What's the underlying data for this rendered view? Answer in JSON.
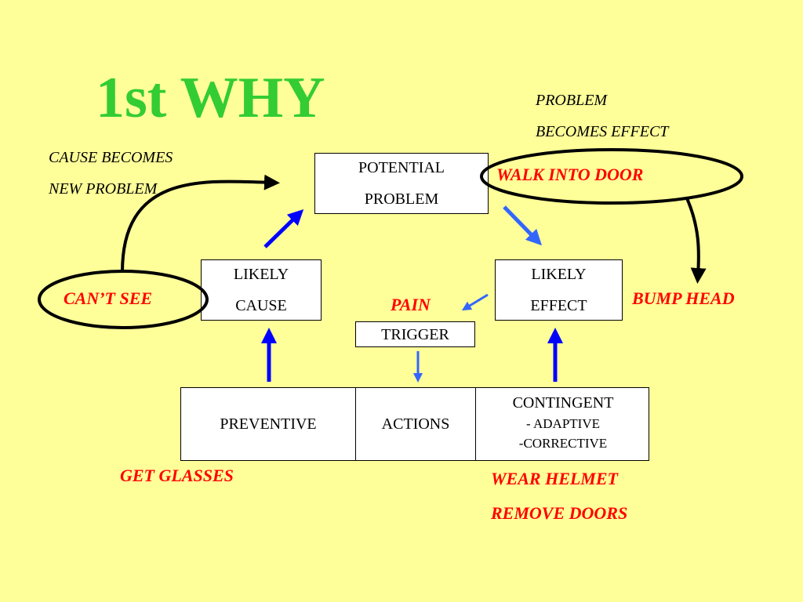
{
  "title": "1st WHY",
  "notes": {
    "problem_line1": "PROBLEM",
    "problem_line2": "BECOMES EFFECT",
    "cause_line1": "CAUSE BECOMES",
    "cause_line2": "NEW PROBLEM"
  },
  "boxes": {
    "potential_problem": [
      "POTENTIAL",
      "PROBLEM"
    ],
    "likely_cause": [
      "LIKELY",
      "CAUSE"
    ],
    "likely_effect": [
      "LIKELY",
      "EFFECT"
    ],
    "trigger": "TRIGGER"
  },
  "actions_table": {
    "preventive": "PREVENTIVE",
    "actions": "ACTIONS",
    "contingent": "CONTINGENT",
    "adaptive": "- ADAPTIVE",
    "corrective": "-CORRECTIVE"
  },
  "example": {
    "walk_into_door": "WALK INTO DOOR",
    "cant_see": "CAN’T SEE",
    "pain": "PAIN",
    "bump_head": "BUMP HEAD",
    "get_glasses": "GET GLASSES",
    "wear_helmet": "WEAR HELMET",
    "remove_doors": "REMOVE DOORS"
  },
  "colors": {
    "background": "#FFFF99",
    "title": "#33CC33",
    "example_text": "#FF0000",
    "arrow_blue": "#0000FF",
    "arrow_light_blue": "#3366FF"
  }
}
